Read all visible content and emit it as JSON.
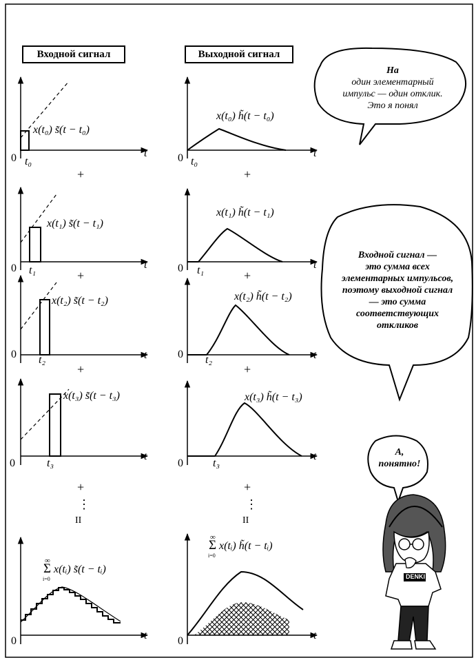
{
  "headers": {
    "input": "Входной сигнал",
    "output": "Выходной сигнал"
  },
  "axes": {
    "t": "t",
    "zero": "0"
  },
  "plus": "+",
  "dots": "⋮",
  "equals": "II",
  "rows": [
    {
      "tick": "t₀",
      "input_label": "x(t₀) s̃(t − t₀)",
      "output_label": "x(t₀) h̃(t − t₀)"
    },
    {
      "tick": "t₁",
      "input_label": "x(t₁) s̃(t − t₁)",
      "output_label": "x(t₁) h̃(t − t₁)"
    },
    {
      "tick": "t₂",
      "input_label": "x(t₂) s̃(t − t₂)",
      "output_label": "x(t₂) h̃(t − t₂)"
    },
    {
      "tick": "t₃",
      "input_label": "x(t₃) s̃(t − t₃)",
      "output_label": "x(t₃) h̃(t − t₃)"
    }
  ],
  "sum": {
    "symbol": "Σ",
    "upper": "∞",
    "lower": "i=0",
    "input_term": "x(tᵢ) s̃(t − tᵢ)",
    "output_term": "x(tᵢ) h̃(t − tᵢ)"
  },
  "bubbles": {
    "b1": [
      "На",
      "один элементарный",
      "импульс — один отклик.",
      "Это я понял"
    ],
    "b2": [
      "Входной сигнал —",
      "это сумма всех",
      "элементарных импульсов,",
      "поэтому выходной сигнал",
      "— это сумма",
      "соответствующих",
      "откликов"
    ],
    "b3": [
      "А,",
      "понятно!"
    ]
  },
  "shirt_text": "DENKI"
}
